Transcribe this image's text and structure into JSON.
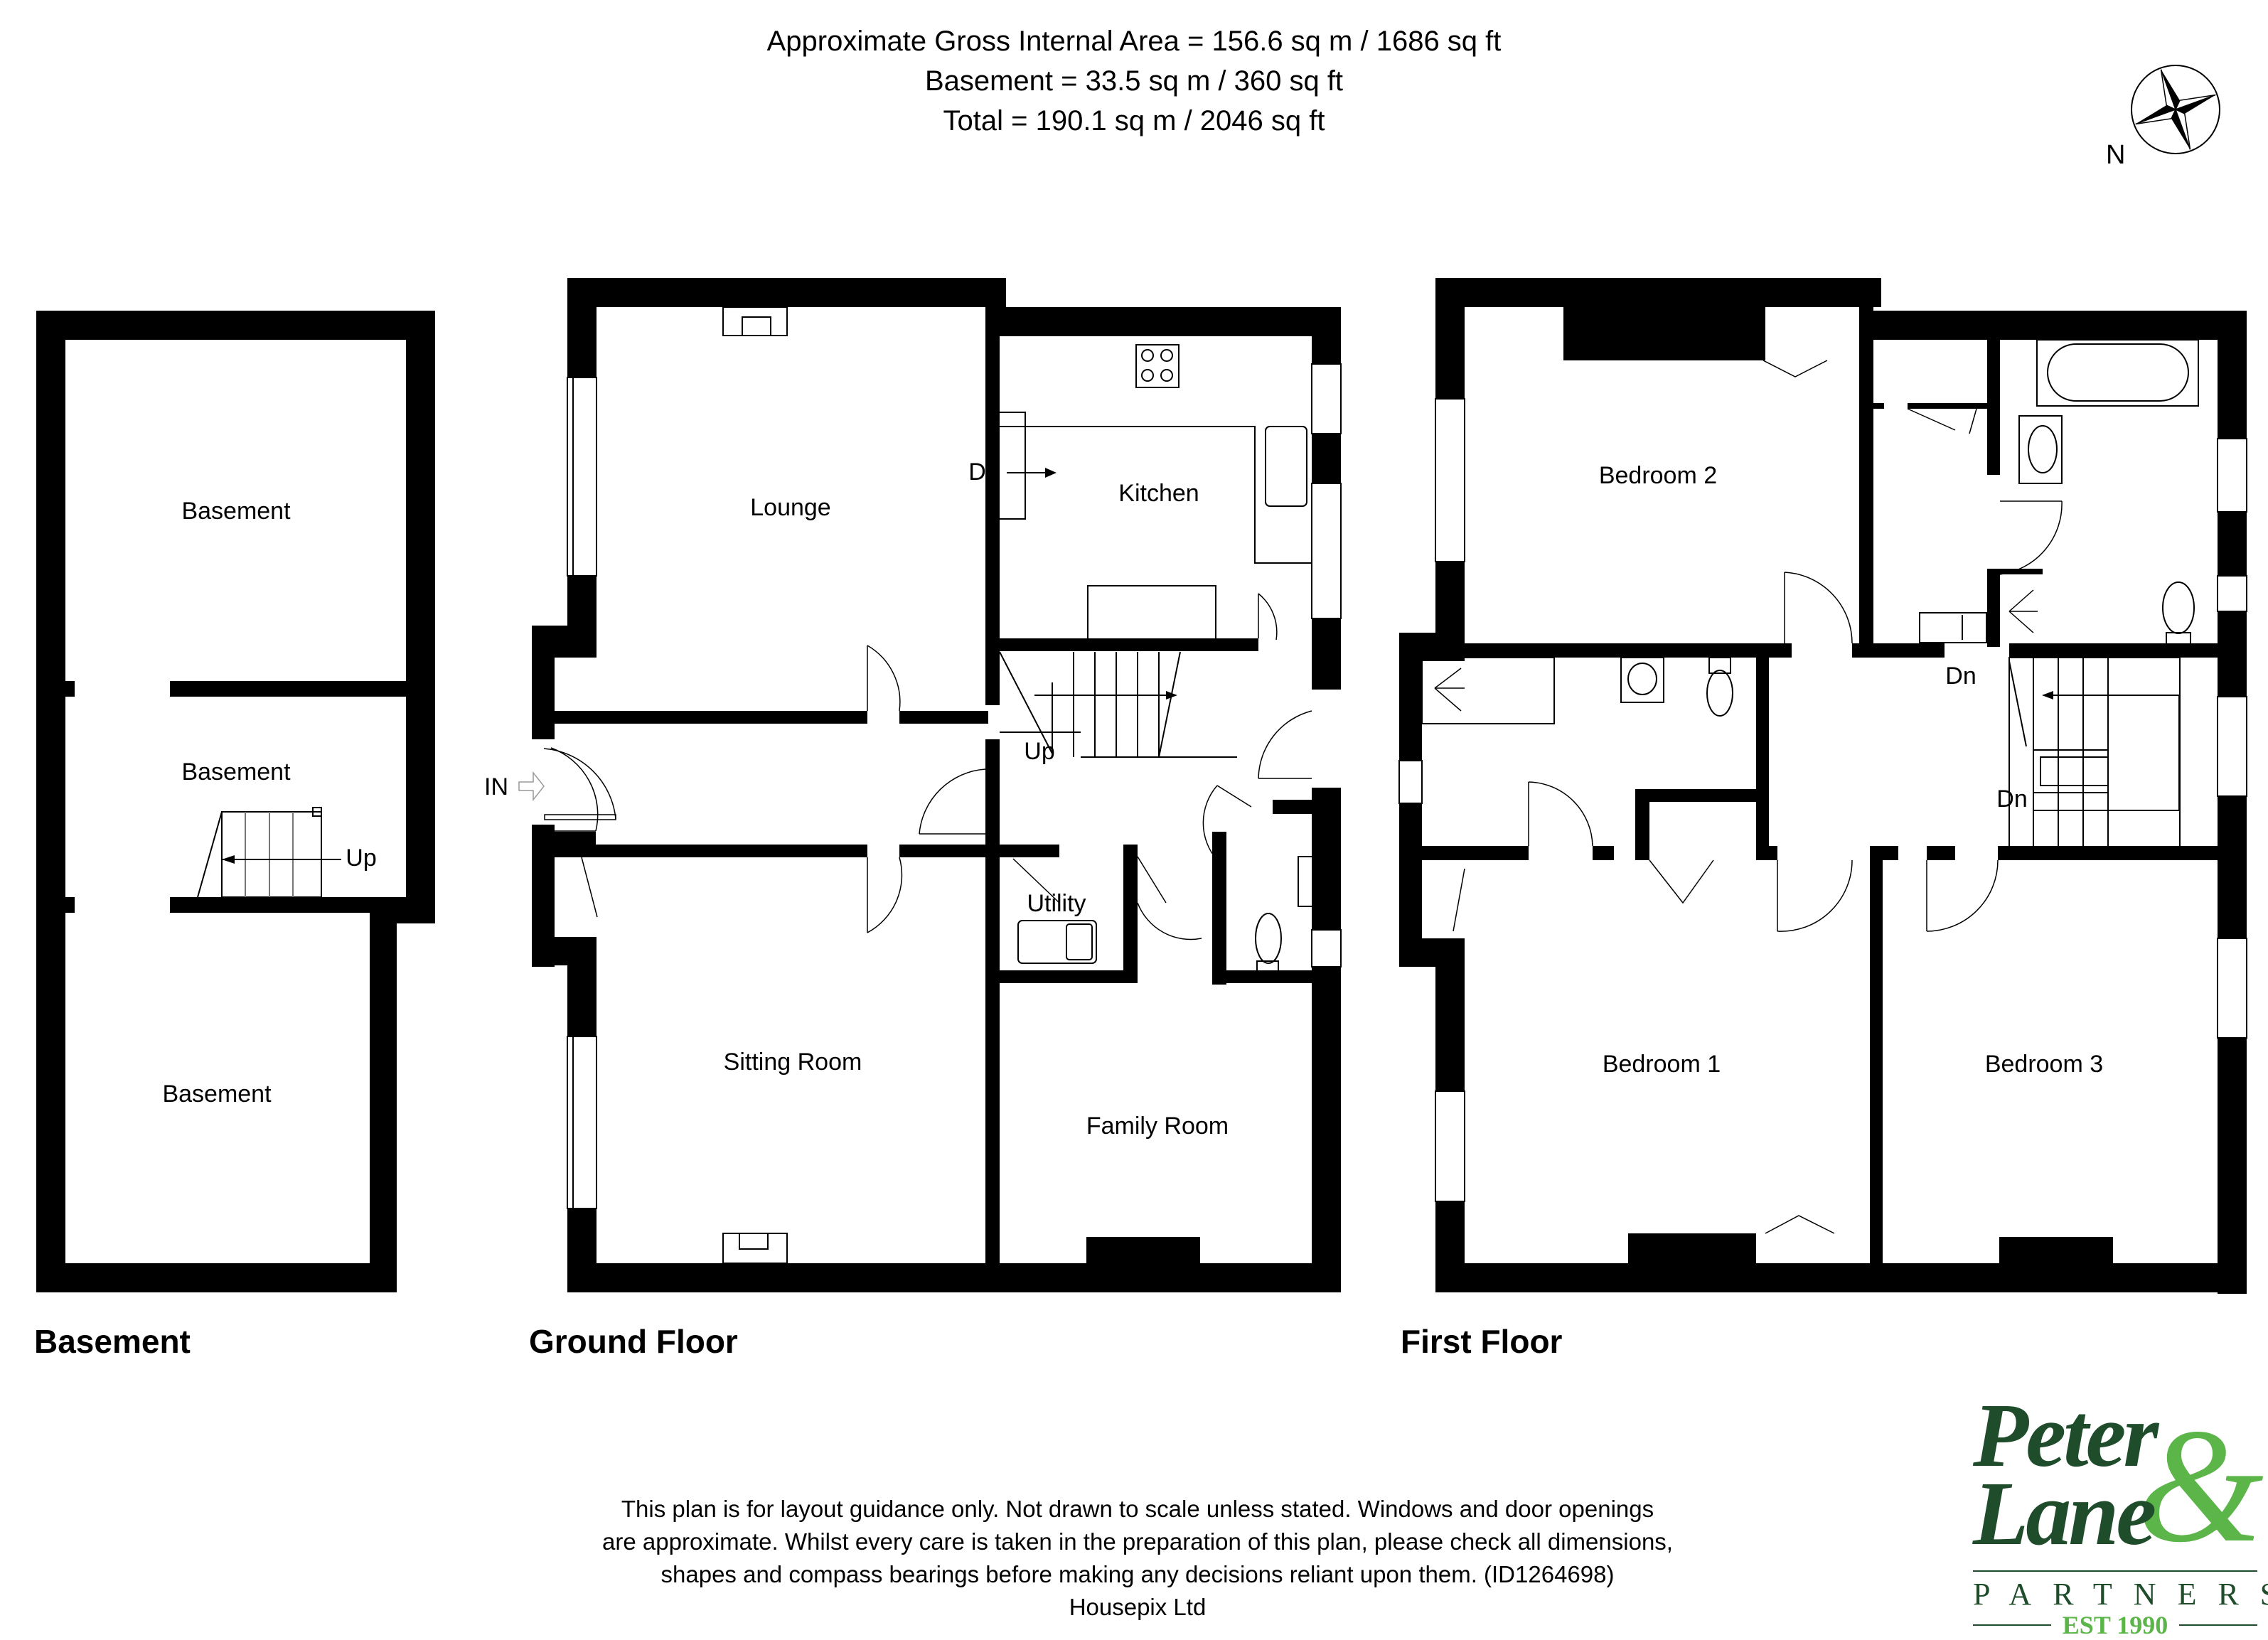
{
  "header": {
    "line1": "Approximate Gross Internal Area = 156.6 sq m / 1686 sq ft",
    "line2": "Basement = 33.5 sq m / 360 sq ft",
    "line3": "Total = 190.1 sq m / 2046 sq ft"
  },
  "compass": {
    "label": "N",
    "icon": "compass-rose-icon"
  },
  "floors": {
    "basement": {
      "title": "Basement",
      "rooms": [
        "Basement",
        "Basement",
        "Basement"
      ],
      "stairs_label": "Up"
    },
    "ground": {
      "title": "Ground Floor",
      "rooms": {
        "lounge": "Lounge",
        "kitchen": "Kitchen",
        "sitting_room": "Sitting Room",
        "family_room": "Family Room",
        "utility": "Utility"
      },
      "stairs_up": "Up",
      "stairs_down": "Dn",
      "entrance": "IN"
    },
    "first": {
      "title": "First Floor",
      "rooms": {
        "bedroom1": "Bedroom 1",
        "bedroom2": "Bedroom 2",
        "bedroom3": "Bedroom 3"
      },
      "stairs_down_1": "Dn",
      "stairs_down_2": "Dn"
    }
  },
  "disclaimer": {
    "line1": "This plan is for layout guidance only. Not drawn to scale unless stated. Windows and door openings",
    "line2": "are approximate. Whilst every care is taken in the preparation of this plan, please check all dimensions,",
    "line3": "shapes and compass bearings before making any decisions reliant upon them. (ID1264698)",
    "line4": "Housepix Ltd"
  },
  "logo": {
    "word1": "Peter",
    "word2": "Lane",
    "ampersand": "&",
    "partners": "PARTNERS",
    "est": "EST 1990",
    "dark_green": "#1f4d2b",
    "light_green": "#5cb548"
  }
}
